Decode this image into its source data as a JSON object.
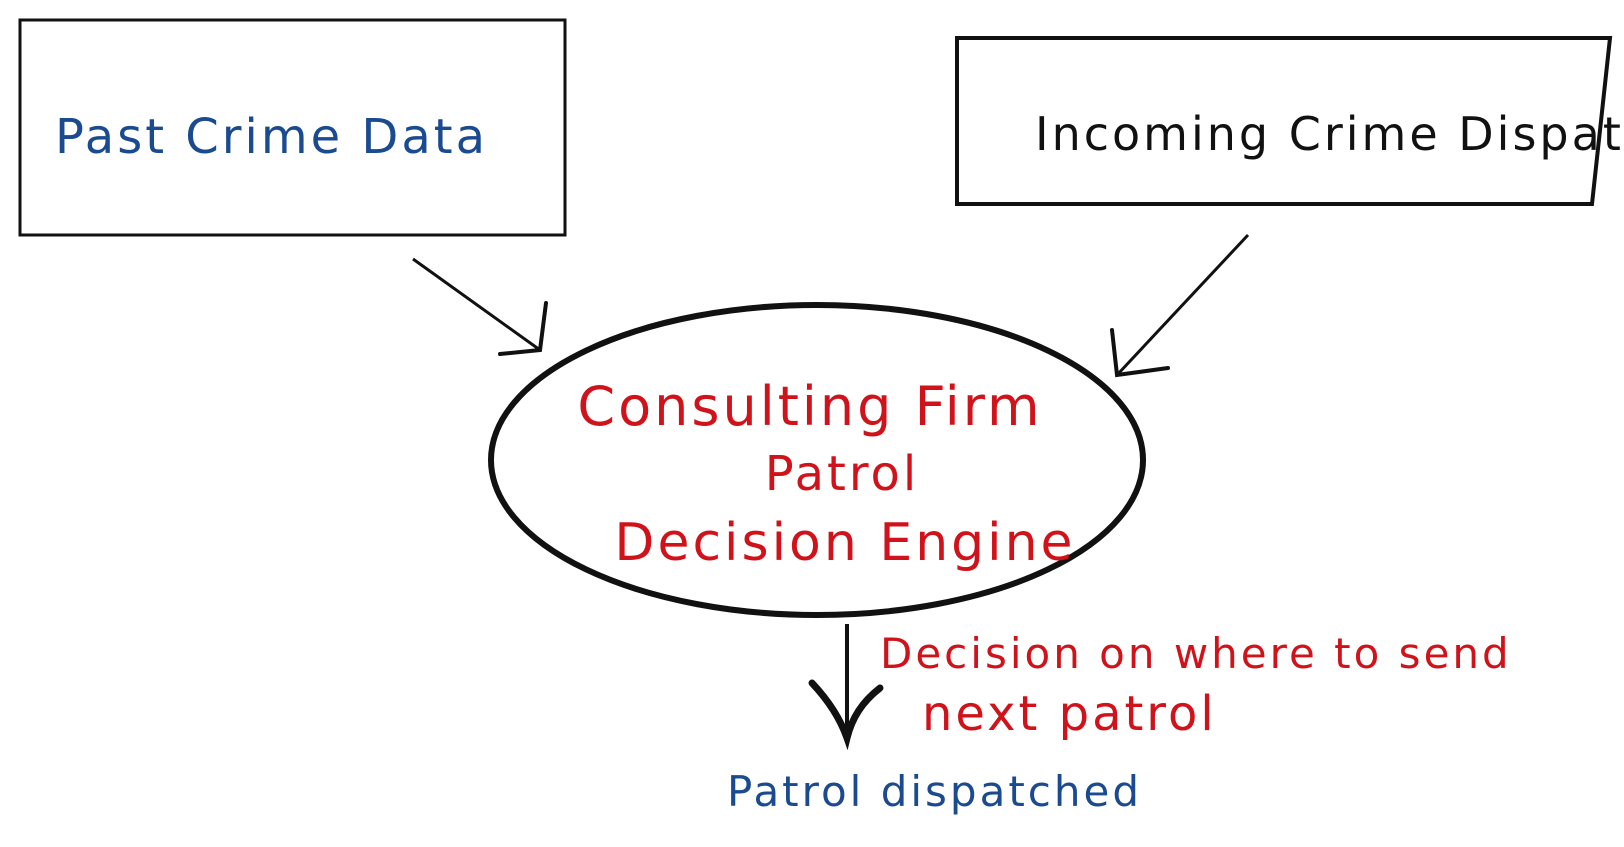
{
  "nodes": {
    "past_crime_data": {
      "label": "Past Crime Data"
    },
    "incoming_dispatch": {
      "label": "Incoming Crime Dispatch"
    },
    "engine": {
      "line1": "Consulting Firm",
      "line2": "Patrol",
      "line3": "Decision Engine"
    },
    "decision_note": {
      "line1": "Decision on where to send",
      "line2": "next  patrol"
    },
    "output": {
      "label": "Patrol dispatched"
    }
  },
  "colors": {
    "outline": "#111111",
    "blue_text": "#1a4a8f",
    "red_text": "#d0131a"
  }
}
